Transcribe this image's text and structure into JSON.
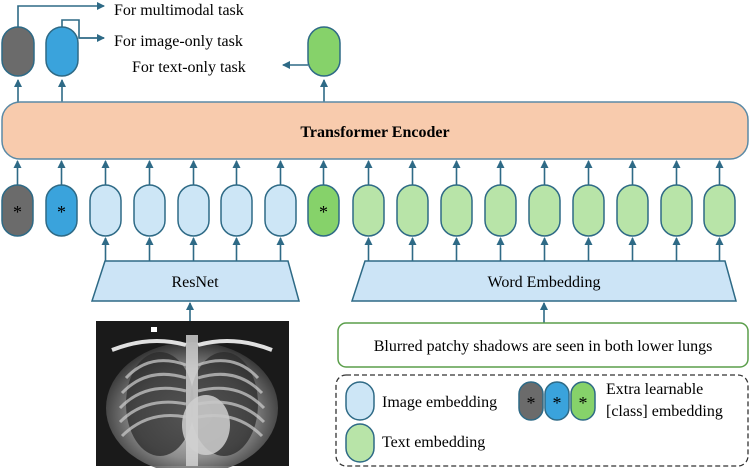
{
  "colors": {
    "arrow": "#2e6a86",
    "encoder_fill": "#f8cbad",
    "encoder_stroke": "#5b8aa6",
    "image_token": "#cde6f6",
    "text_token": "#b8e4a8",
    "cls_multimodal": "#6b6b6b",
    "cls_image": "#3aa3dc",
    "cls_text": "#86d26a",
    "module_fill": "#cce4f6",
    "caption_stroke": "#5a9e4a",
    "legend_border": "#333333",
    "xray_bg": "#1a1a1a"
  },
  "outputs": {
    "multimodal_label": "For multimodal task",
    "image_label": "For image-only task",
    "text_label": "For text-only task"
  },
  "encoder": {
    "label": "Transformer Encoder"
  },
  "tokens": {
    "cls_symbol": "*"
  },
  "modules": {
    "image_encoder": "ResNet",
    "text_encoder": "Word Embedding"
  },
  "input_caption": "Blurred patchy shadows are seen in both lower lungs",
  "legend": {
    "image_embedding": "Image embedding",
    "text_embedding": "Text embedding",
    "cls_line1": "Extra learnable",
    "cls_line2": "[class] embedding"
  }
}
